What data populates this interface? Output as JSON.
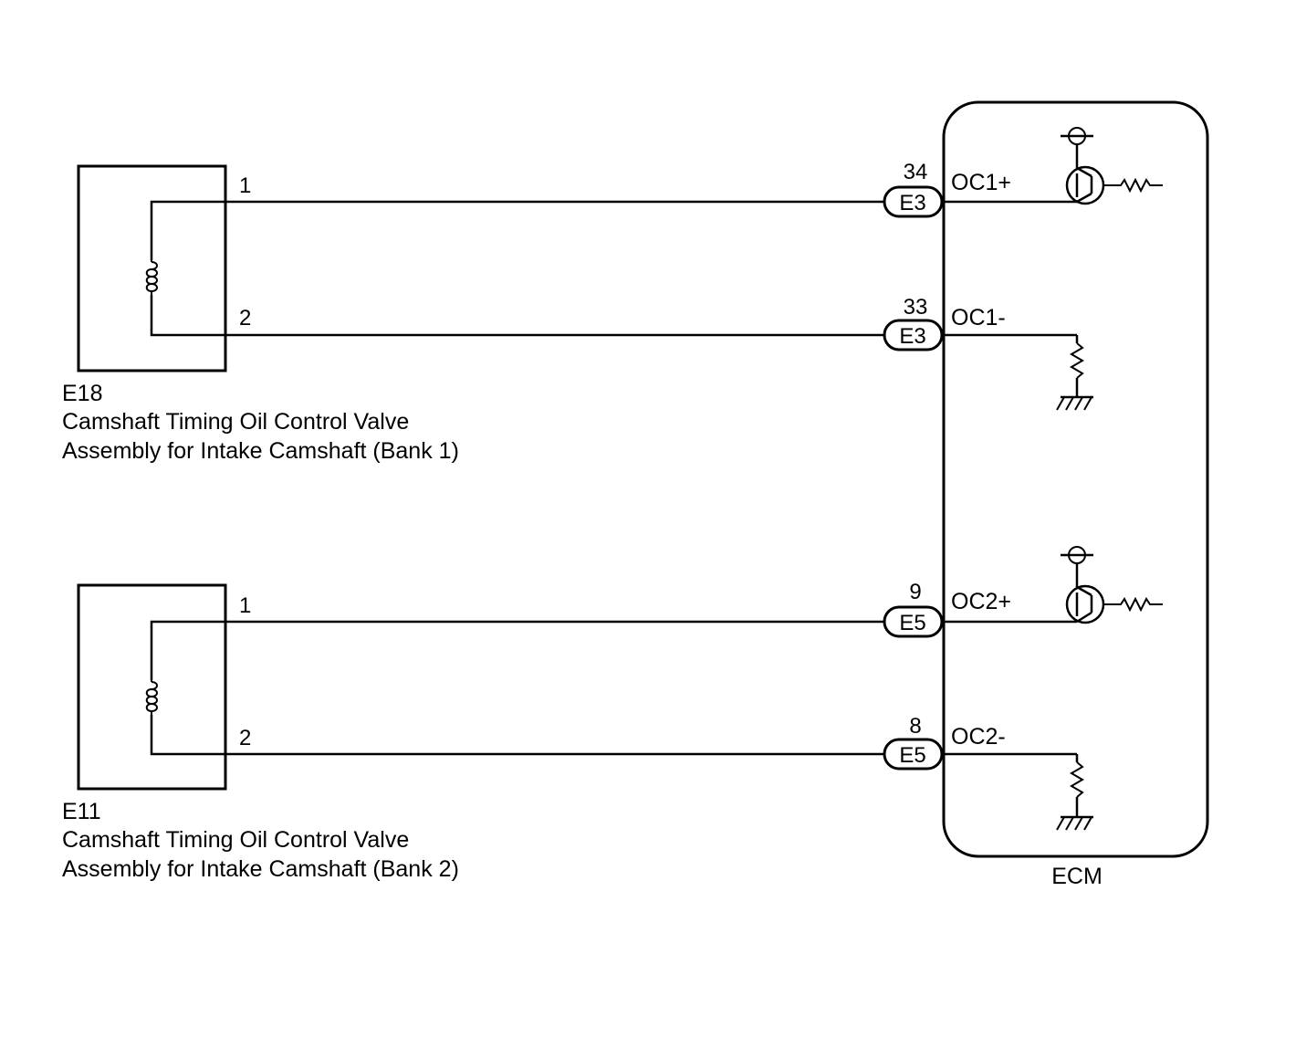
{
  "components": {
    "bank1": {
      "code": "E18",
      "name_line1": "Camshaft Timing Oil Control Valve",
      "name_line2": "Assembly for Intake Camshaft (Bank 1)",
      "pin1": "1",
      "pin2": "2"
    },
    "bank2": {
      "code": "E11",
      "name_line1": "Camshaft Timing Oil Control Valve",
      "name_line2": "Assembly for Intake Camshaft (Bank 2)",
      "pin1": "1",
      "pin2": "2"
    },
    "ecm": {
      "name": "ECM"
    }
  },
  "connections": [
    {
      "ecm_pin": "34",
      "connector": "E3",
      "signal": "OC1+"
    },
    {
      "ecm_pin": "33",
      "connector": "E3",
      "signal": "OC1-"
    },
    {
      "ecm_pin": "9",
      "connector": "E5",
      "signal": "OC2+"
    },
    {
      "ecm_pin": "8",
      "connector": "E5",
      "signal": "OC2-"
    }
  ]
}
